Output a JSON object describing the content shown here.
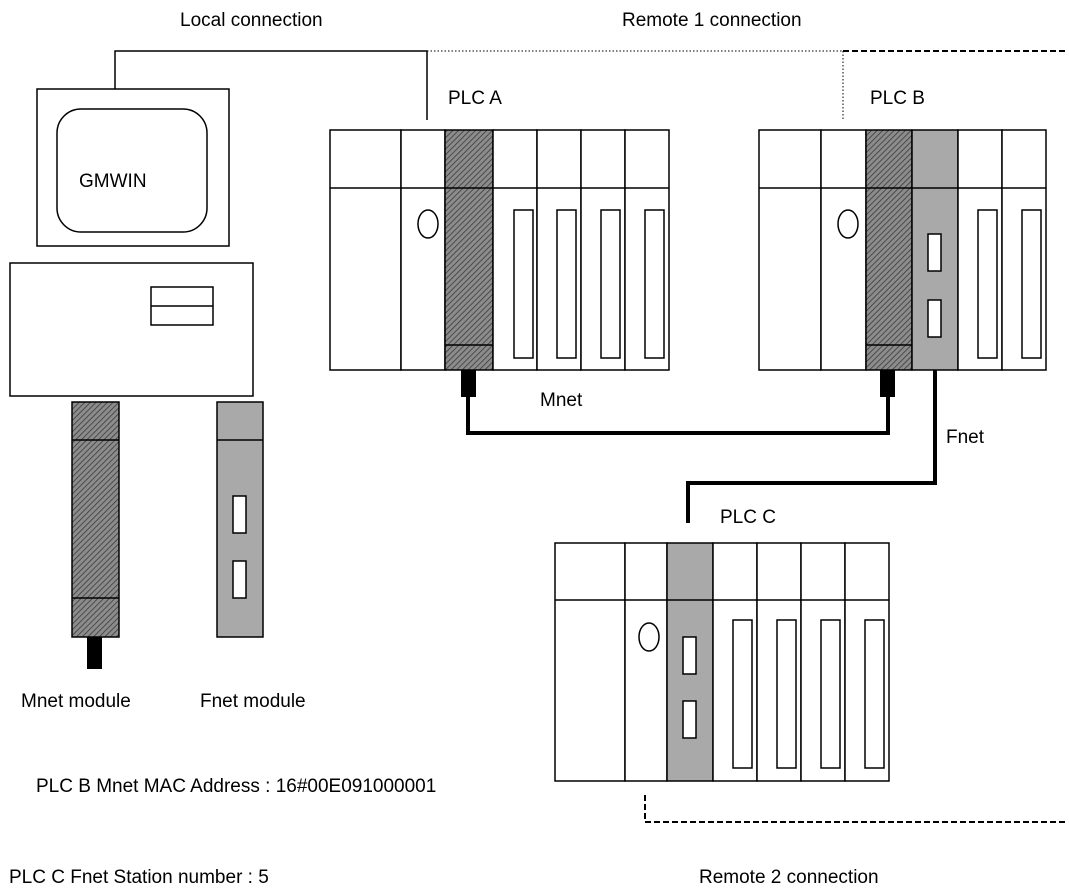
{
  "labels": {
    "local_connection": "Local connection",
    "remote1_connection": "Remote 1 connection",
    "remote2_connection": "Remote 2 connection",
    "plc_a": "PLC A",
    "plc_b": "PLC B",
    "plc_c": "PLC C",
    "gmwin": "GMWIN",
    "mnet": "Mnet",
    "fnet": "Fnet",
    "mnet_module": "Mnet module",
    "fnet_module": "Fnet module",
    "mac_address": "PLC B Mnet MAC Address : 16#00E091000001",
    "station_number": "PLC C Fnet Station number : 5"
  },
  "colors": {
    "fnet_module": "#a9a9a9",
    "mnet_hatch": "#8c8c8c",
    "line": "#000000"
  }
}
